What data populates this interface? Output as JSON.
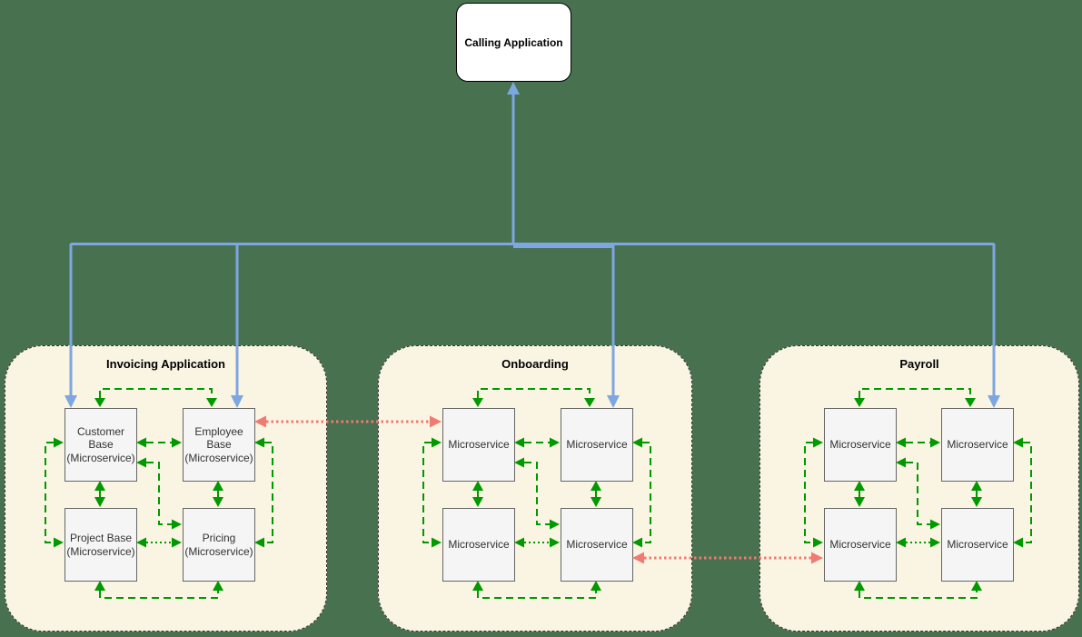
{
  "diagram": {
    "type": "microservices-architecture",
    "calling_app": {
      "label": "Calling Application"
    },
    "containers": [
      {
        "title": "Invoicing Application",
        "boxes": [
          {
            "label": "Customer\nBase\n(Microservice)"
          },
          {
            "label": "Employee\nBase\n(Microservice)"
          },
          {
            "label": "Project Base\n(Microservice)"
          },
          {
            "label": "Pricing\n(Microservice)"
          }
        ]
      },
      {
        "title": "Onboarding",
        "boxes": [
          {
            "label": "Microservice"
          },
          {
            "label": "Microservice"
          },
          {
            "label": "Microservice"
          },
          {
            "label": "Microservice"
          }
        ]
      },
      {
        "title": "Payroll",
        "boxes": [
          {
            "label": "Microservice"
          },
          {
            "label": "Microservice"
          },
          {
            "label": "Microservice"
          },
          {
            "label": "Microservice"
          }
        ]
      }
    ],
    "edges": {
      "blue_solid": "calls from containers up to Calling Application",
      "green_dashed": "internal microservice links within each container",
      "red_dotted": "cross-application links between containers"
    }
  },
  "colors": {
    "page_background": "#487150",
    "container_fill": "#FAF4E3",
    "container_border": "#333333",
    "box_fill": "#F5F5F5",
    "box_border": "#666666",
    "box_text": "#333333",
    "green_arrow": "#009900",
    "blue_arrow": "#7EA6E0",
    "red_arrow": "#EF7B72",
    "calling_app_fill": "#FFFFFF",
    "calling_app_border": "#000000"
  }
}
